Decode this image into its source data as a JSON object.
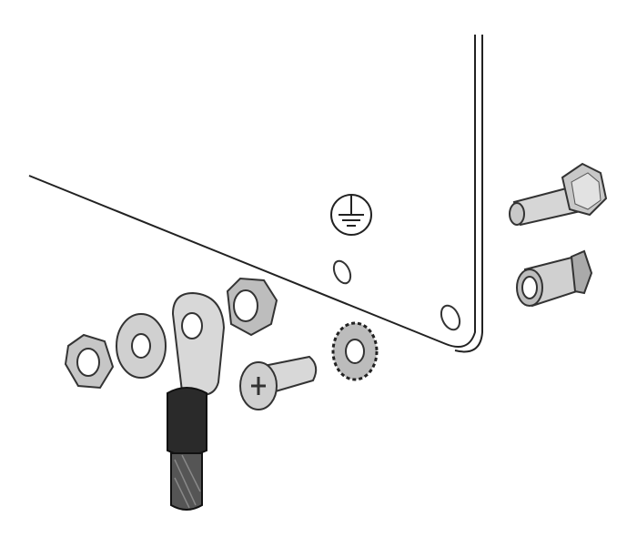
{
  "figure": {
    "parts": [
      "panel",
      "ground-symbol",
      "panel-hole",
      "hex-nut",
      "flat-washer",
      "ring-terminal",
      "cable",
      "serrated-flange-nut",
      "phillips-screw",
      "star-washer",
      "hex-bolt",
      "standoff"
    ],
    "colors": {
      "metal": "#d4d4d4",
      "metal_shade": "#a8a8a8",
      "cable": "#2a2a2a",
      "outline": "#222222"
    }
  }
}
